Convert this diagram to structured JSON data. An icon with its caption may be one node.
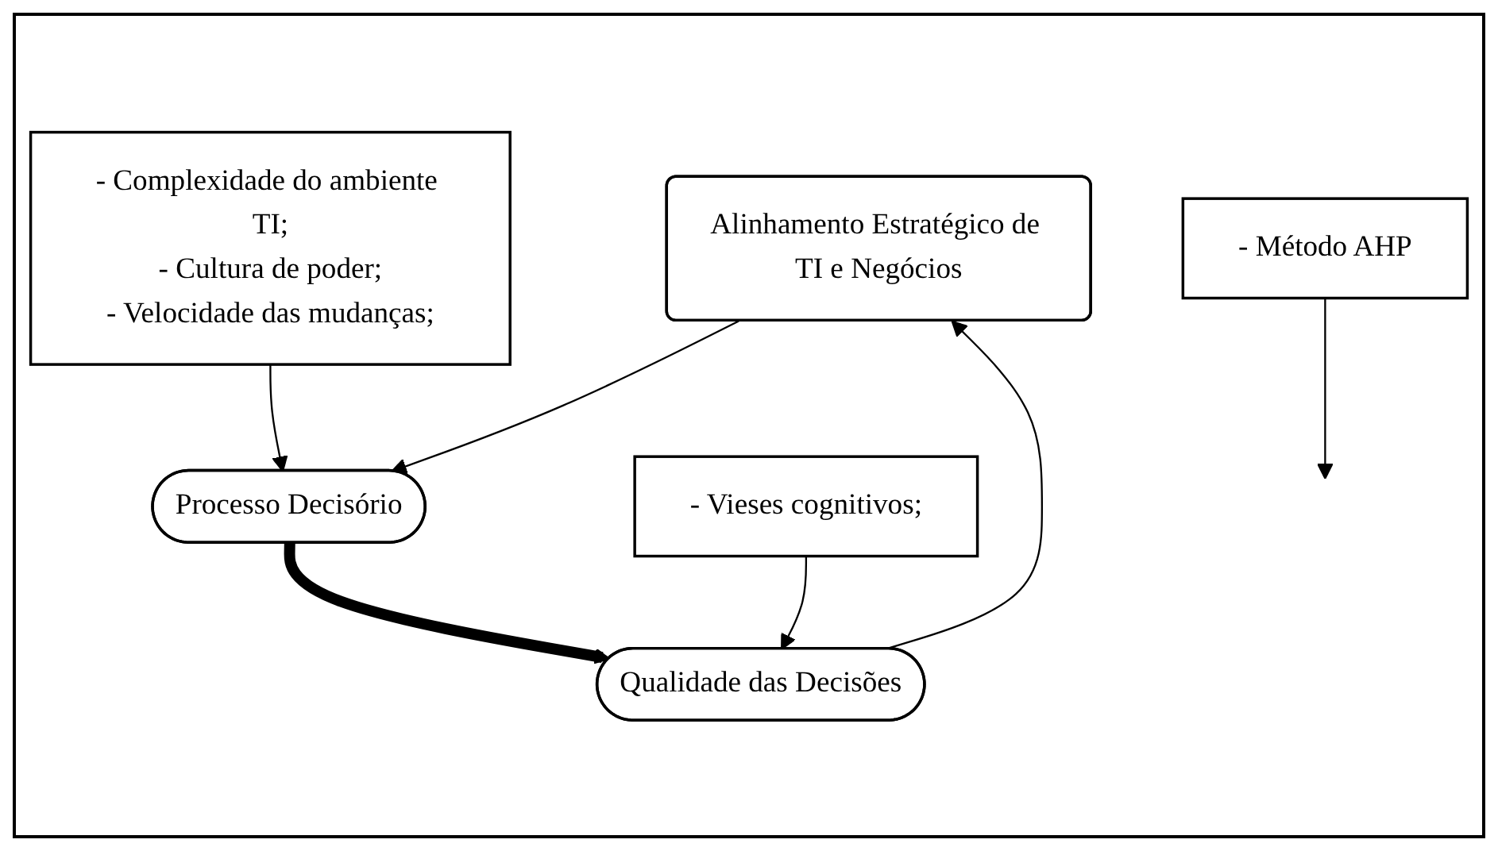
{
  "diagram": {
    "nodes": [
      {
        "text": [
          "Alinhamento Estratégico de TI e Negócios"
        ]
      },
      {
        "text": [
          "Processo Decisório"
        ]
      },
      {
        "text": [
          "Qualidade das Decisões"
        ]
      },
      {
        "text": [
          "- Complexidade do ambiente TI;",
          "- Cultura de poder;",
          "- Velocidade das mudanças;"
        ]
      },
      {
        "text": [
          "- Método AHP"
        ]
      },
      {
        "text": [
          "- Vieses cognitivos;"
        ]
      }
    ],
    "edges": [
      {
        "from": 0,
        "to": 1,
        "arrow": "to"
      },
      {
        "from": 2,
        "to": 0,
        "arrow": "to"
      },
      {
        "from": 1,
        "to": 2,
        "arrow": "to",
        "style": "thick"
      },
      {
        "from": 3,
        "to": 1,
        "arrow": "to"
      },
      {
        "from": 4,
        "to": null,
        "arrow": "to"
      },
      {
        "from": 5,
        "to": 2,
        "arrow": "to"
      }
    ]
  }
}
